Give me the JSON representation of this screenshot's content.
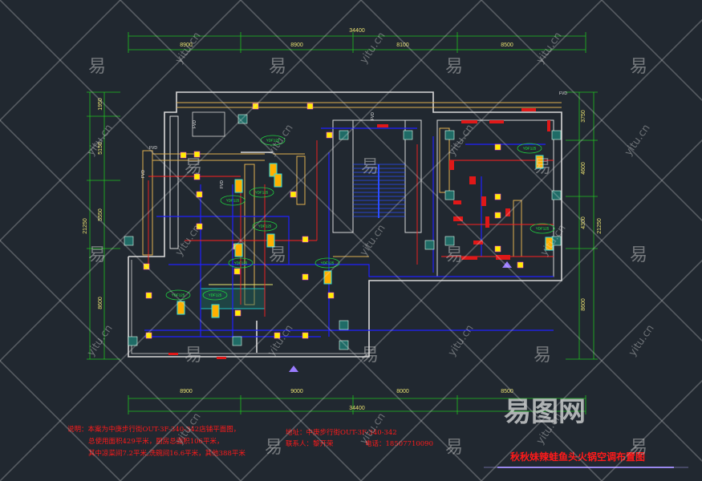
{
  "drawing": {
    "title": "秋秋妹辣蛙鱼头火锅空调布置图",
    "dimensions": {
      "top_total": "34400",
      "top_segments": [
        "8900",
        "8900",
        "8100",
        "8500"
      ],
      "bottom_total": "34400",
      "bottom_segments": [
        "8900",
        "9000",
        "8000",
        "8500"
      ],
      "left_total": "21250",
      "left_segments": [
        "1950",
        "5150",
        "5550",
        "8600"
      ],
      "right_total": "21250",
      "right_segments": [
        "3750",
        "4600",
        "4300",
        "8600"
      ]
    },
    "notes": {
      "line1": "说明：本案为中庚步行街OUT-3F-340-342店铺平面图，",
      "line2": "总使用面积429平米，厨房总面积106平米，",
      "line3": "其中凉菜间7.2平米,洗碗间16.6平米，其他388平米"
    },
    "contact": {
      "address": "地址：中庚步行街OUT-3F-340-342",
      "person": "联系人：黎开荣",
      "phone": "电话：18507710090"
    },
    "equipment_label": "YDF125",
    "valve_label": "FVD",
    "colors": {
      "background": "#212830",
      "wall": "#d8d8d8",
      "duct": "#e0b050",
      "pipe_blue": "#2020ff",
      "pipe_red": "#ff2020",
      "dimension": "#20c020",
      "diffuser": "#ffee00",
      "column": "#1f6b66"
    }
  },
  "watermark": {
    "glyph": "易",
    "site": "yitu.cn",
    "logo": "易图网"
  }
}
